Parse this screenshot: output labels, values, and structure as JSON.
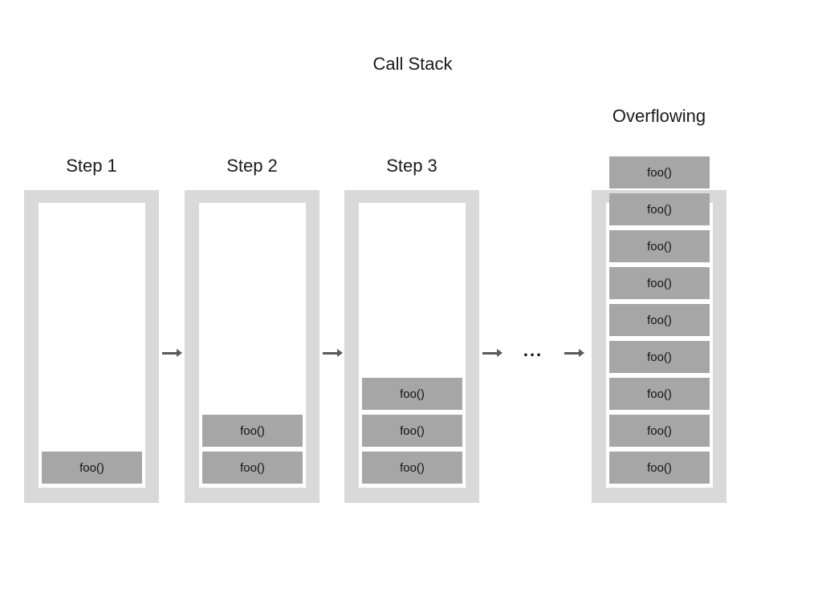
{
  "title": "Call Stack",
  "colors": {
    "container_gray": "#d9d9d9",
    "stack_inner_white": "#ffffff",
    "frame_gray": "#a6a6a6",
    "text_dark": "#1a1a1a",
    "arrow_gray": "#595959"
  },
  "stacks": [
    {
      "label": "Step 1",
      "frames": [
        "foo()"
      ]
    },
    {
      "label": "Step 2",
      "frames": [
        "foo()",
        "foo()"
      ]
    },
    {
      "label": "Step 3",
      "frames": [
        "foo()",
        "foo()",
        "foo()"
      ]
    },
    {
      "label": "Overflowing",
      "frames": [
        "foo()",
        "foo()",
        "foo()",
        "foo()",
        "foo()",
        "foo()",
        "foo()",
        "foo()",
        "foo()"
      ]
    }
  ],
  "connectors": {
    "ellipsis": "..."
  }
}
